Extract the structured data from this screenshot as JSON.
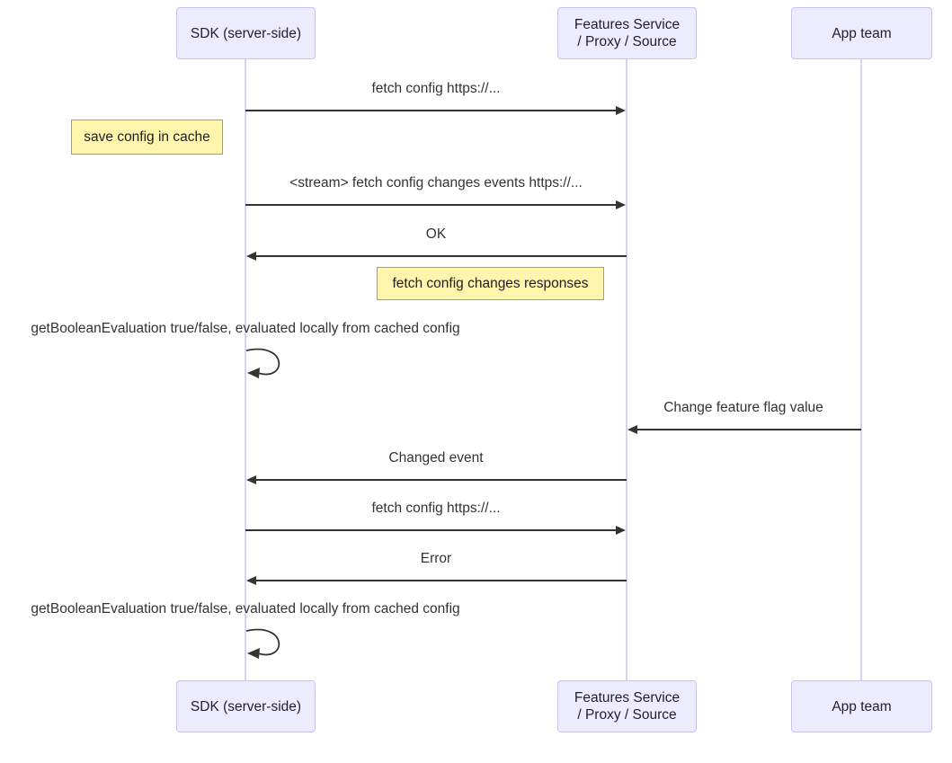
{
  "diagram": {
    "type": "sequence-diagram",
    "participants": [
      {
        "id": "sdk",
        "label": "SDK (server-side)"
      },
      {
        "id": "features",
        "label": "Features Service\n/ Proxy / Source"
      },
      {
        "id": "app",
        "label": "App team"
      }
    ],
    "messages": [
      {
        "text": "fetch config https://...",
        "from": "sdk",
        "to": "features",
        "kind": "solid-arrow"
      },
      {
        "text": "<stream> fetch config changes events https://...",
        "from": "sdk",
        "to": "features",
        "kind": "solid-arrow"
      },
      {
        "text": "OK",
        "from": "features",
        "to": "sdk",
        "kind": "solid-arrow"
      },
      {
        "text": "getBooleanEvaluation true/false, evaluated locally from cached config",
        "from": "sdk",
        "to": "sdk",
        "kind": "self-loop"
      },
      {
        "text": "Change feature flag value",
        "from": "app",
        "to": "features",
        "kind": "solid-arrow"
      },
      {
        "text": "Changed event",
        "from": "features",
        "to": "sdk",
        "kind": "solid-arrow"
      },
      {
        "text": "fetch config https://...",
        "from": "sdk",
        "to": "features",
        "kind": "solid-arrow"
      },
      {
        "text": "Error",
        "from": "features",
        "to": "sdk",
        "kind": "solid-arrow"
      },
      {
        "text": "getBooleanEvaluation true/false, evaluated locally from cached config",
        "from": "sdk",
        "to": "sdk",
        "kind": "self-loop"
      }
    ],
    "notes": [
      {
        "text": "save config in cache",
        "position": "left of sdk"
      },
      {
        "text": "fetch config changes responses",
        "position": "left of features"
      }
    ],
    "colors": {
      "actor_fill": "#ECECFF",
      "actor_border": "#C9C2EE",
      "note_fill": "#FFF5AD",
      "note_border": "#AAAA33",
      "lifeline": "#D9D2F0",
      "arrow": "#333333",
      "text": "#333333",
      "background": "#FFFFFF"
    }
  }
}
